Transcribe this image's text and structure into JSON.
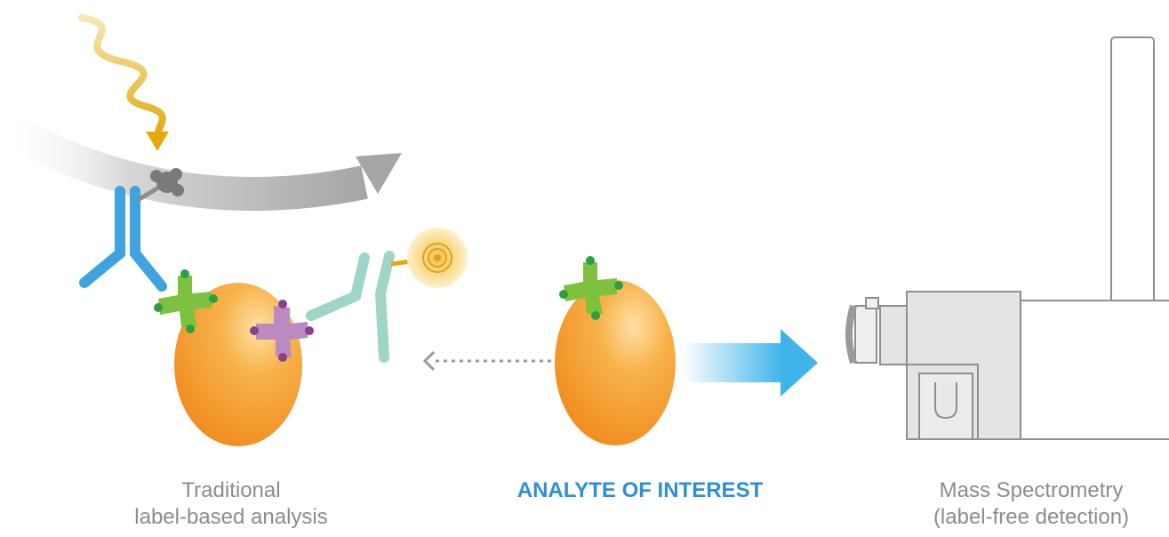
{
  "captions": {
    "left": {
      "line1": "Traditional",
      "line2": "label-based analysis"
    },
    "center": "ANALYTE OF INTEREST",
    "right": {
      "line1": "Mass Spectrometry",
      "line2": "(label-free detection)"
    }
  },
  "colors": {
    "accent": "#2f8fd6",
    "analyte": "#f39a2a",
    "antibody_blue": "#3ea3de",
    "antibody_teal": "#9fd5c8",
    "epitope_green": "#7ec13f",
    "epitope_purple": "#b98bc0",
    "caption_gray": "#8c8c8c",
    "light_wave": "#e6b422"
  }
}
